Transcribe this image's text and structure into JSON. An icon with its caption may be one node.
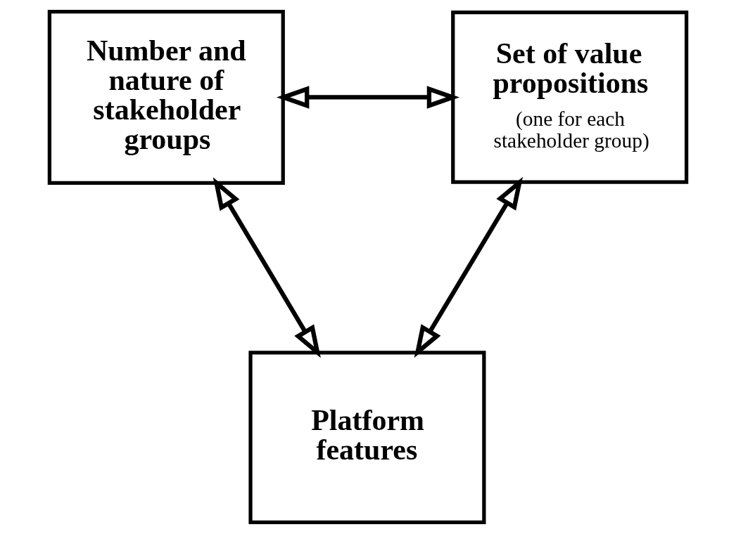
{
  "diagram": {
    "nodes": [
      {
        "text": [
          "Number and nature of stakeholder groups"
        ]
      },
      {
        "text": [
          "Set of value propositions",
          "(one for each stakeholder group)"
        ]
      },
      {
        "text": [
          "Platform features"
        ]
      }
    ],
    "edges": [
      {
        "from": 0,
        "to": 1,
        "arrow": "both"
      },
      {
        "from": 0,
        "to": 2,
        "arrow": "both"
      },
      {
        "from": 1,
        "to": 2,
        "arrow": "both"
      }
    ]
  }
}
